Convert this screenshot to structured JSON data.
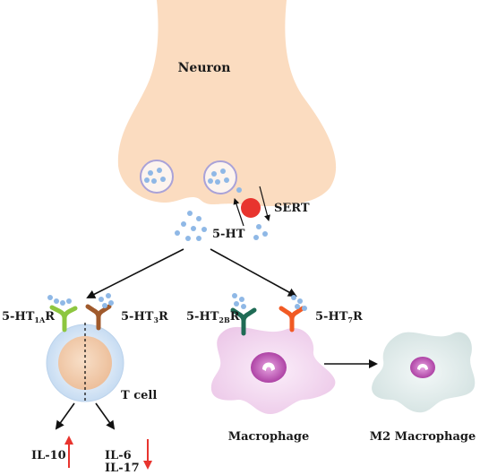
{
  "diagram": {
    "labels": {
      "neuron": "Neuron",
      "sert": "SERT",
      "serotonin": "5-HT",
      "t_cell": "T cell",
      "macrophage": "Macrophage",
      "m2_macrophage": "M2 Macrophage",
      "il10": "IL-10",
      "il6": "IL-6",
      "il17": "IL-17"
    },
    "receptors": {
      "r1a": {
        "base": "5-HT",
        "sub": "1A",
        "suffix": "R"
      },
      "r3": {
        "base": "5-HT",
        "sub": "3",
        "suffix": "R"
      },
      "r2b": {
        "base": "5-HT",
        "sub": "2B",
        "suffix": "R"
      },
      "r7": {
        "base": "5-HT",
        "sub": "7",
        "suffix": "R"
      }
    },
    "colors": {
      "neuron_fill": "#fbdcc0",
      "vesicle_outline": "#a9a2d8",
      "serotonin_dot": "#8fb8e6",
      "sert_dot": "#e8342e",
      "tcell_outer": "#cfe0f3",
      "tcell_inner": "#f2c9a7",
      "receptor_1a": "#8dc63f",
      "receptor_3": "#a05a2c",
      "receptor_2b": "#1f6b55",
      "receptor_7": "#f15a24",
      "macrophage_fill": "#f1d3ee",
      "m2_fill": "#dbe7e6",
      "nucleus": "#b24fb0",
      "up_arrow": "#e8342e",
      "down_arrow": "#e8342e"
    }
  }
}
